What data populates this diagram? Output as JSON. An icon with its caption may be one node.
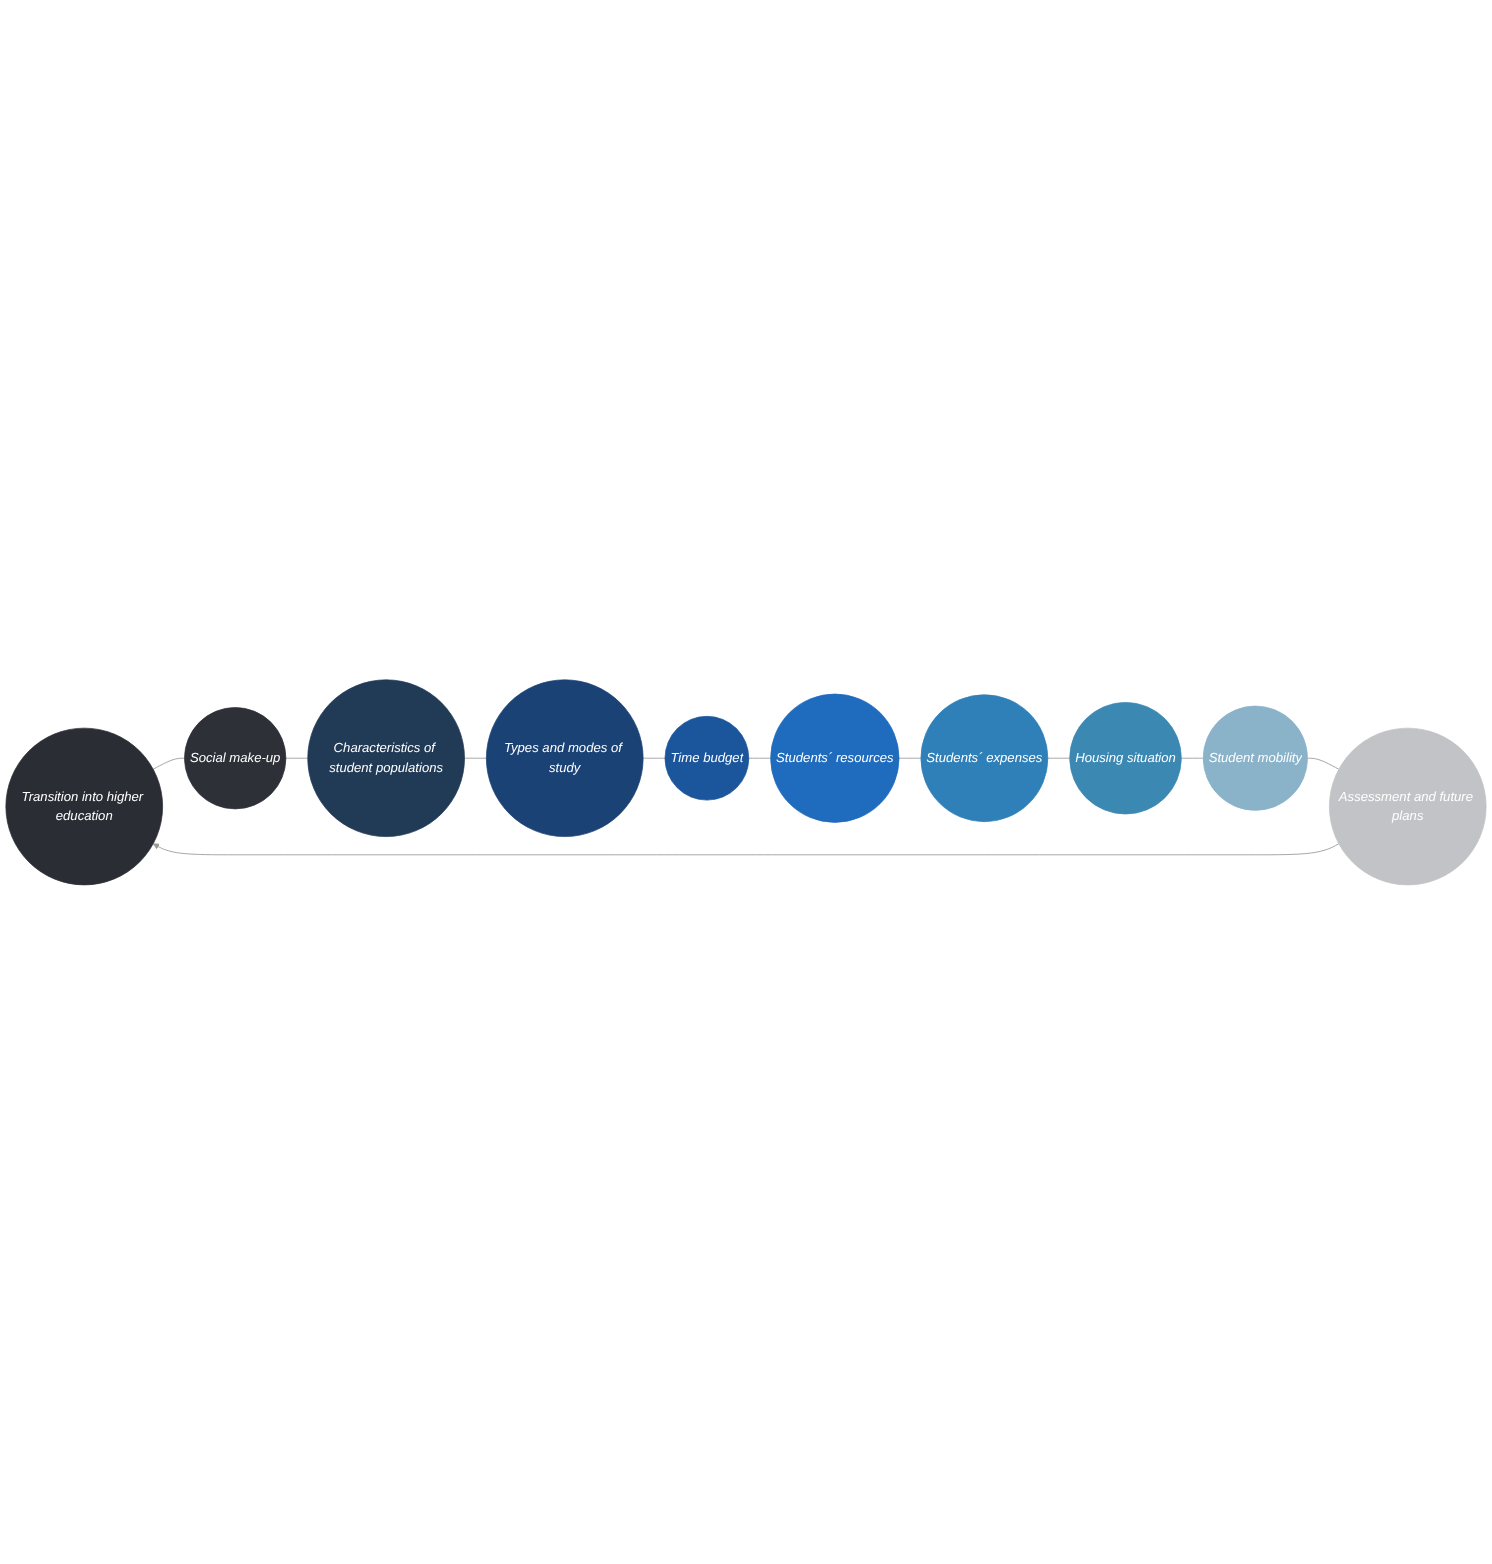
{
  "diagram": {
    "nodes": [
      {
        "text": [
          "Transition into higher education"
        ]
      },
      {
        "text": [
          "Social make-up"
        ]
      },
      {
        "text": [
          "Characteristics of student populations"
        ]
      },
      {
        "text": [
          "Types and modes of study"
        ]
      },
      {
        "text": [
          "Time budget"
        ]
      },
      {
        "text": [
          "Students´ resources"
        ]
      },
      {
        "text": [
          "Students´ expenses"
        ]
      },
      {
        "text": [
          "Housing situation"
        ]
      },
      {
        "text": [
          "Student mobility"
        ]
      },
      {
        "text": [
          "Assessment and future plans"
        ]
      }
    ],
    "edges": [
      {
        "from": 0,
        "to": 1,
        "arrow": "none"
      },
      {
        "from": 1,
        "to": 2,
        "arrow": "none"
      },
      {
        "from": 2,
        "to": 3,
        "arrow": "none"
      },
      {
        "from": 3,
        "to": 4,
        "arrow": "none"
      },
      {
        "from": 4,
        "to": 5,
        "arrow": "none"
      },
      {
        "from": 5,
        "to": 6,
        "arrow": "none"
      },
      {
        "from": 6,
        "to": 7,
        "arrow": "none"
      },
      {
        "from": 7,
        "to": 8,
        "arrow": "none"
      },
      {
        "from": 8,
        "to": 9,
        "arrow": "none"
      },
      {
        "from": 9,
        "to": 0,
        "arrow": "to"
      }
    ]
  }
}
